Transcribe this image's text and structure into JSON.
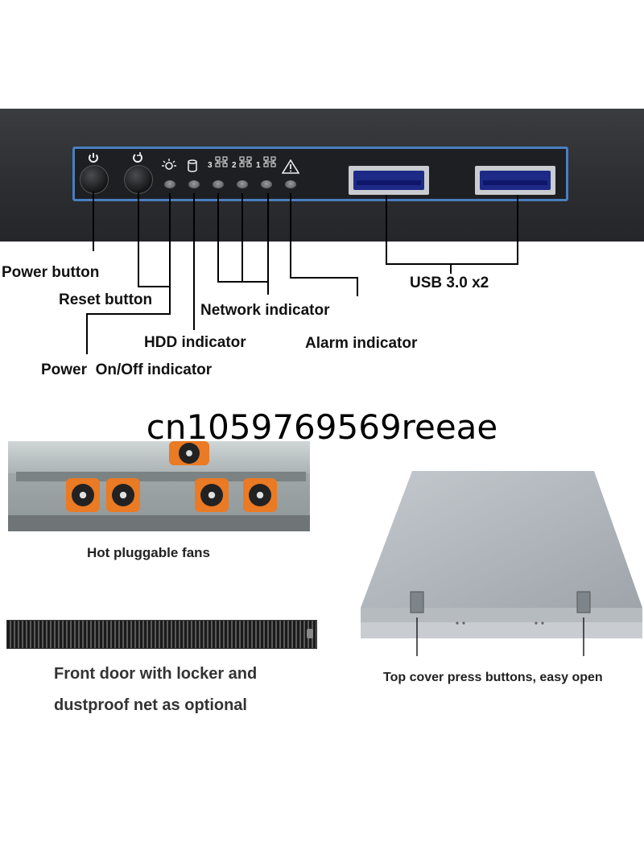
{
  "labels": {
    "power_button": "Power button",
    "reset_button": "Reset button",
    "network_indicator": "Network indicator",
    "hdd_indicator": "HDD indicator",
    "alarm_indicator": "Alarm indicator",
    "power_onoff_indicator": "Power  On/Off indicator",
    "usb": "USB 3.0 x2"
  },
  "watermark": "cn1059769569reeae",
  "captions": {
    "fans": "Hot pluggable fans",
    "door_line1": "Front door with locker and",
    "door_line2": "dustproof net as optional",
    "cover": "Top cover press buttons, easy open"
  },
  "panel_symbols": {
    "net3": "3",
    "net2": "2",
    "net1": "1"
  },
  "colors": {
    "bezel_border": "#4a7fc0",
    "usb_blue": "#1d2a86",
    "fan_orange": "#ea7a24"
  }
}
